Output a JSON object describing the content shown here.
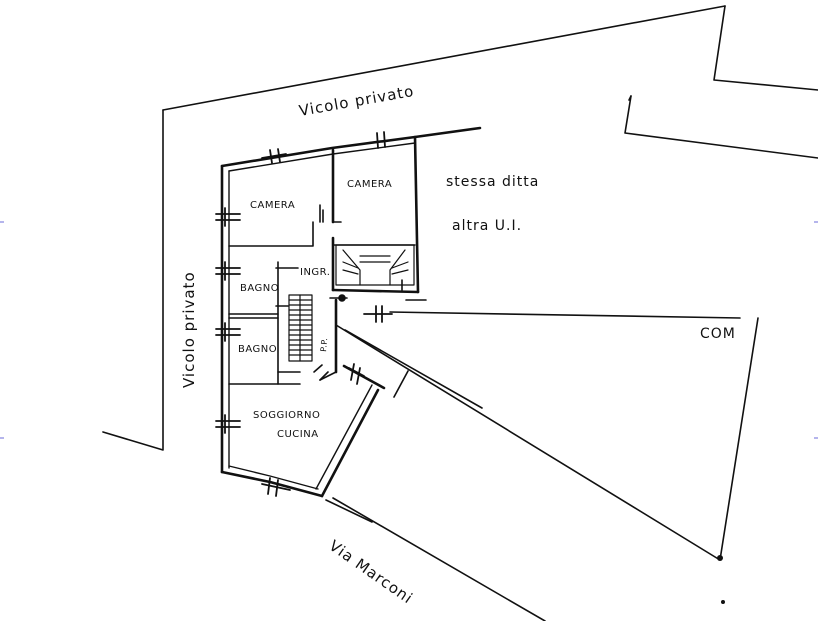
{
  "streets": {
    "top": "Vicolo privato",
    "left": "Vicolo privato",
    "bottom": "Via Marconi"
  },
  "rooms": {
    "camera_left": "CAMERA",
    "camera_right": "CAMERA",
    "ingresso": "INGR.",
    "bagno_upper": "BAGNO",
    "bagno_lower": "BAGNO",
    "soggiorno": "SOGGIORNO",
    "cucina": "CUCINA",
    "pianerottolo": "P.P."
  },
  "notes": {
    "stessa_ditta": "stessa ditta",
    "altra_ui": "altra U.I.",
    "corte": "COM"
  }
}
